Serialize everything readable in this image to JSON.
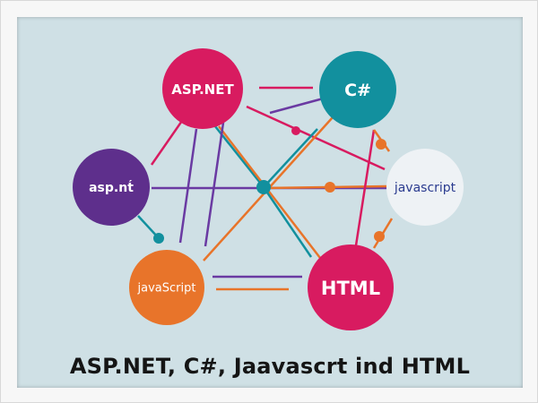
{
  "diagram": {
    "nodes": [
      {
        "id": "aspnet_top",
        "label": "ASP.NET",
        "color": "#d81b60",
        "text_color": "#ffffff"
      },
      {
        "id": "csharp",
        "label": "C#",
        "color": "#12909e",
        "text_color": "#ffffff"
      },
      {
        "id": "aspnet_left",
        "label": "asp.nt́",
        "color": "#5e2f8c",
        "text_color": "#ffffff"
      },
      {
        "id": "javascript_right",
        "label": "javascript",
        "color": "#eef2f5",
        "text_color": "#2a3b8f"
      },
      {
        "id": "javascript_left",
        "label": "javaScript",
        "color": "#e8742a",
        "text_color": "#ffffff"
      },
      {
        "id": "html",
        "label": "HTML",
        "color": "#d81b60",
        "text_color": "#ffffff"
      }
    ],
    "caption": "ASP.NET, C#, Jaavascrt ind HTML"
  },
  "colors": {
    "magenta": "#d81b60",
    "teal": "#12909e",
    "purple": "#6a3aa2",
    "orange": "#e8742a",
    "background": "#cfe0e5"
  }
}
